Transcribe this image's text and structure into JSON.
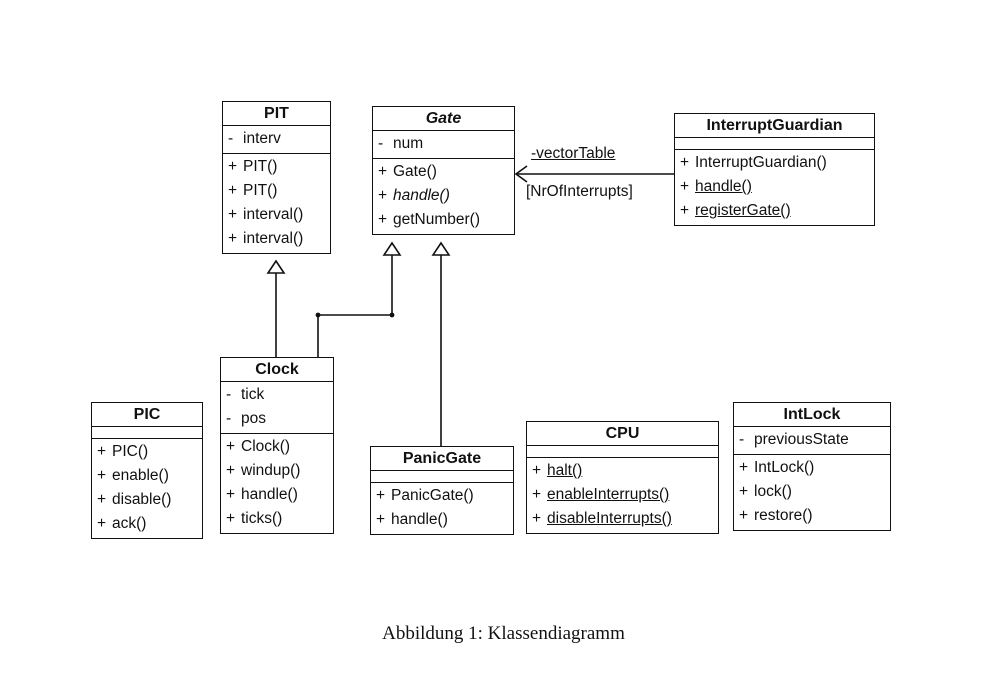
{
  "classes": {
    "pit": {
      "name": "PIT",
      "attributes": [
        {
          "vis": "-",
          "text": "interv"
        }
      ],
      "operations": [
        {
          "vis": "+",
          "text": "PIT()"
        },
        {
          "vis": "+",
          "text": "PIT()"
        },
        {
          "vis": "+",
          "text": "interval()"
        },
        {
          "vis": "+",
          "text": "interval()"
        }
      ]
    },
    "gate": {
      "name": "Gate",
      "abstract": true,
      "attributes": [
        {
          "vis": "-",
          "text": "num"
        }
      ],
      "operations": [
        {
          "vis": "+",
          "text": "Gate()"
        },
        {
          "vis": "+",
          "text": "handle()",
          "abstract": true
        },
        {
          "vis": "+",
          "text": "getNumber()"
        }
      ]
    },
    "interrupt_guardian": {
      "name": "InterruptGuardian",
      "attributes": [],
      "operations": [
        {
          "vis": "+",
          "text": "InterruptGuardian()"
        },
        {
          "vis": "+",
          "text": "handle()",
          "static": true
        },
        {
          "vis": "+",
          "text": "registerGate()",
          "static": true
        }
      ]
    },
    "clock": {
      "name": "Clock",
      "attributes": [
        {
          "vis": "-",
          "text": "tick"
        },
        {
          "vis": "-",
          "text": "pos"
        }
      ],
      "operations": [
        {
          "vis": "+",
          "text": "Clock()"
        },
        {
          "vis": "+",
          "text": "windup()"
        },
        {
          "vis": "+",
          "text": "handle()"
        },
        {
          "vis": "+",
          "text": "ticks()"
        }
      ]
    },
    "pic": {
      "name": "PIC",
      "attributes": [],
      "operations": [
        {
          "vis": "+",
          "text": "PIC()"
        },
        {
          "vis": "+",
          "text": "enable()"
        },
        {
          "vis": "+",
          "text": "disable()"
        },
        {
          "vis": "+",
          "text": "ack()"
        }
      ]
    },
    "panic_gate": {
      "name": "PanicGate",
      "attributes": [],
      "operations": [
        {
          "vis": "+",
          "text": "PanicGate()"
        },
        {
          "vis": "+",
          "text": "handle()"
        }
      ]
    },
    "cpu": {
      "name": "CPU",
      "attributes": [],
      "operations": [
        {
          "vis": "+",
          "text": "halt()",
          "static": true
        },
        {
          "vis": "+",
          "text": "enableInterrupts()",
          "static": true
        },
        {
          "vis": "+",
          "text": "disableInterrupts()",
          "static": true
        }
      ]
    },
    "int_lock": {
      "name": "IntLock",
      "attributes": [
        {
          "vis": "-",
          "text": "previousState"
        }
      ],
      "operations": [
        {
          "vis": "+",
          "text": "IntLock()"
        },
        {
          "vis": "+",
          "text": "lock()"
        },
        {
          "vis": "+",
          "text": "restore()"
        }
      ]
    }
  },
  "relations": [
    {
      "type": "generalization",
      "from": "clock",
      "to": "pit"
    },
    {
      "type": "generalization",
      "from": "clock",
      "to": "gate"
    },
    {
      "type": "generalization",
      "from": "panic_gate",
      "to": "gate"
    },
    {
      "type": "association",
      "from": "interrupt_guardian",
      "to": "gate",
      "navigable_to": "gate",
      "role": "-vectorTable",
      "multiplicity": "[NrOfInterrupts]"
    }
  ],
  "caption": "Abbildung 1: Klassendiagramm"
}
